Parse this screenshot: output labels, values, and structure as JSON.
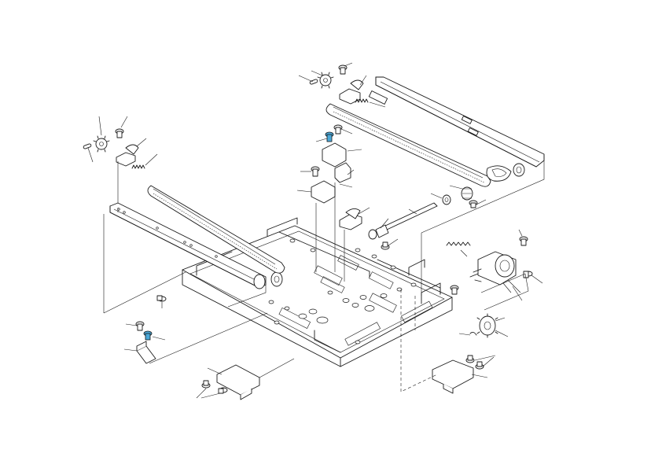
{
  "diagram": {
    "accent_colors": {
      "line": "#1a1a1a",
      "highlight_screw": "#4aa8d8",
      "background": "#ffffff"
    },
    "assemblies": [
      "base-frame",
      "left-rail",
      "left-timing-belt",
      "right-rail",
      "right-timing-belt",
      "center-brackets",
      "drive-shaft",
      "motor-assembly",
      "gear",
      "motor-bracket",
      "lower-left-bracket",
      "front-bracket"
    ],
    "icons": [
      "screw-icon",
      "spring-icon",
      "pulley-icon",
      "gear-icon",
      "pin-icon",
      "bracket-icon"
    ]
  }
}
